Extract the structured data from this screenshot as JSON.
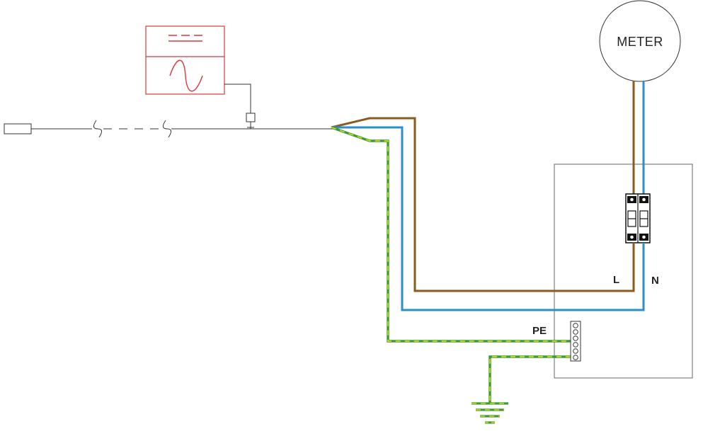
{
  "labels": {
    "meter": "METER",
    "live": "L",
    "neutral": "N",
    "earth": "PE"
  },
  "colors": {
    "live_wire": "#8B5A1E",
    "neutral_wire": "#2E8FC6",
    "earth_green": "#3C9A3C",
    "earth_yellow": "#E8E800",
    "inverter_box": "#D9393C",
    "line": "#333333",
    "frame": "#666666"
  },
  "icons": {
    "inverter": "inverter-sine-wave-icon",
    "plug": "plug-icon",
    "connector": "inline-connector-icon",
    "breaker": "double-pole-breaker-icon",
    "terminal_block": "terminal-block-icon",
    "ground": "ground-symbol-icon"
  }
}
